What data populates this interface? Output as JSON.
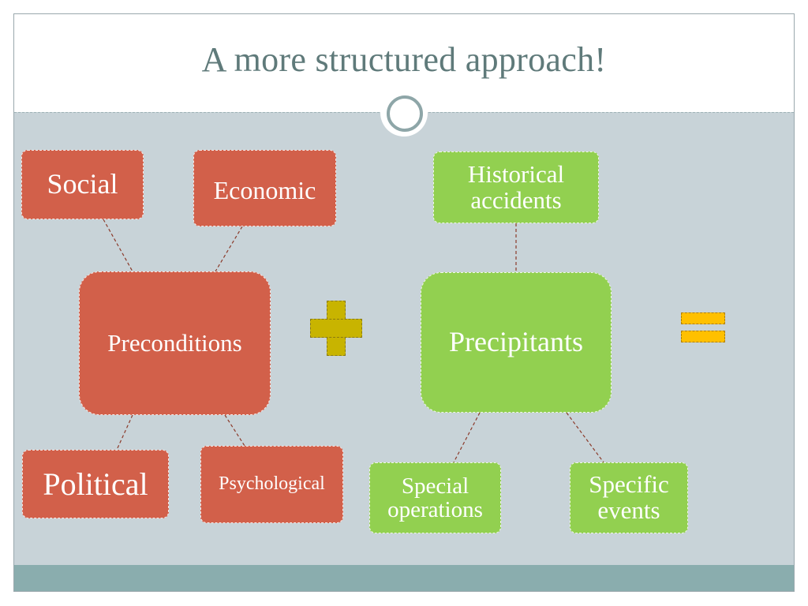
{
  "slide": {
    "title": "A more structured approach!"
  },
  "diagram": {
    "preconditions": {
      "center": "Preconditions",
      "social": "Social",
      "economic": "Economic",
      "political": "Political",
      "psychological": "Psychological"
    },
    "precipitants": {
      "center": "Precipitants",
      "historical": "Historical accidents",
      "special": "Special operations",
      "specific": "Specific events"
    }
  },
  "colors": {
    "preconditions_fill": "#d2604a",
    "precipitants_fill": "#92d050",
    "plus_fill": "#c8b400",
    "equals_fill": "#ffc000",
    "content_background": "#c8d3d8",
    "footer_band": "#8aadae",
    "title_text": "#5f7a7a"
  }
}
